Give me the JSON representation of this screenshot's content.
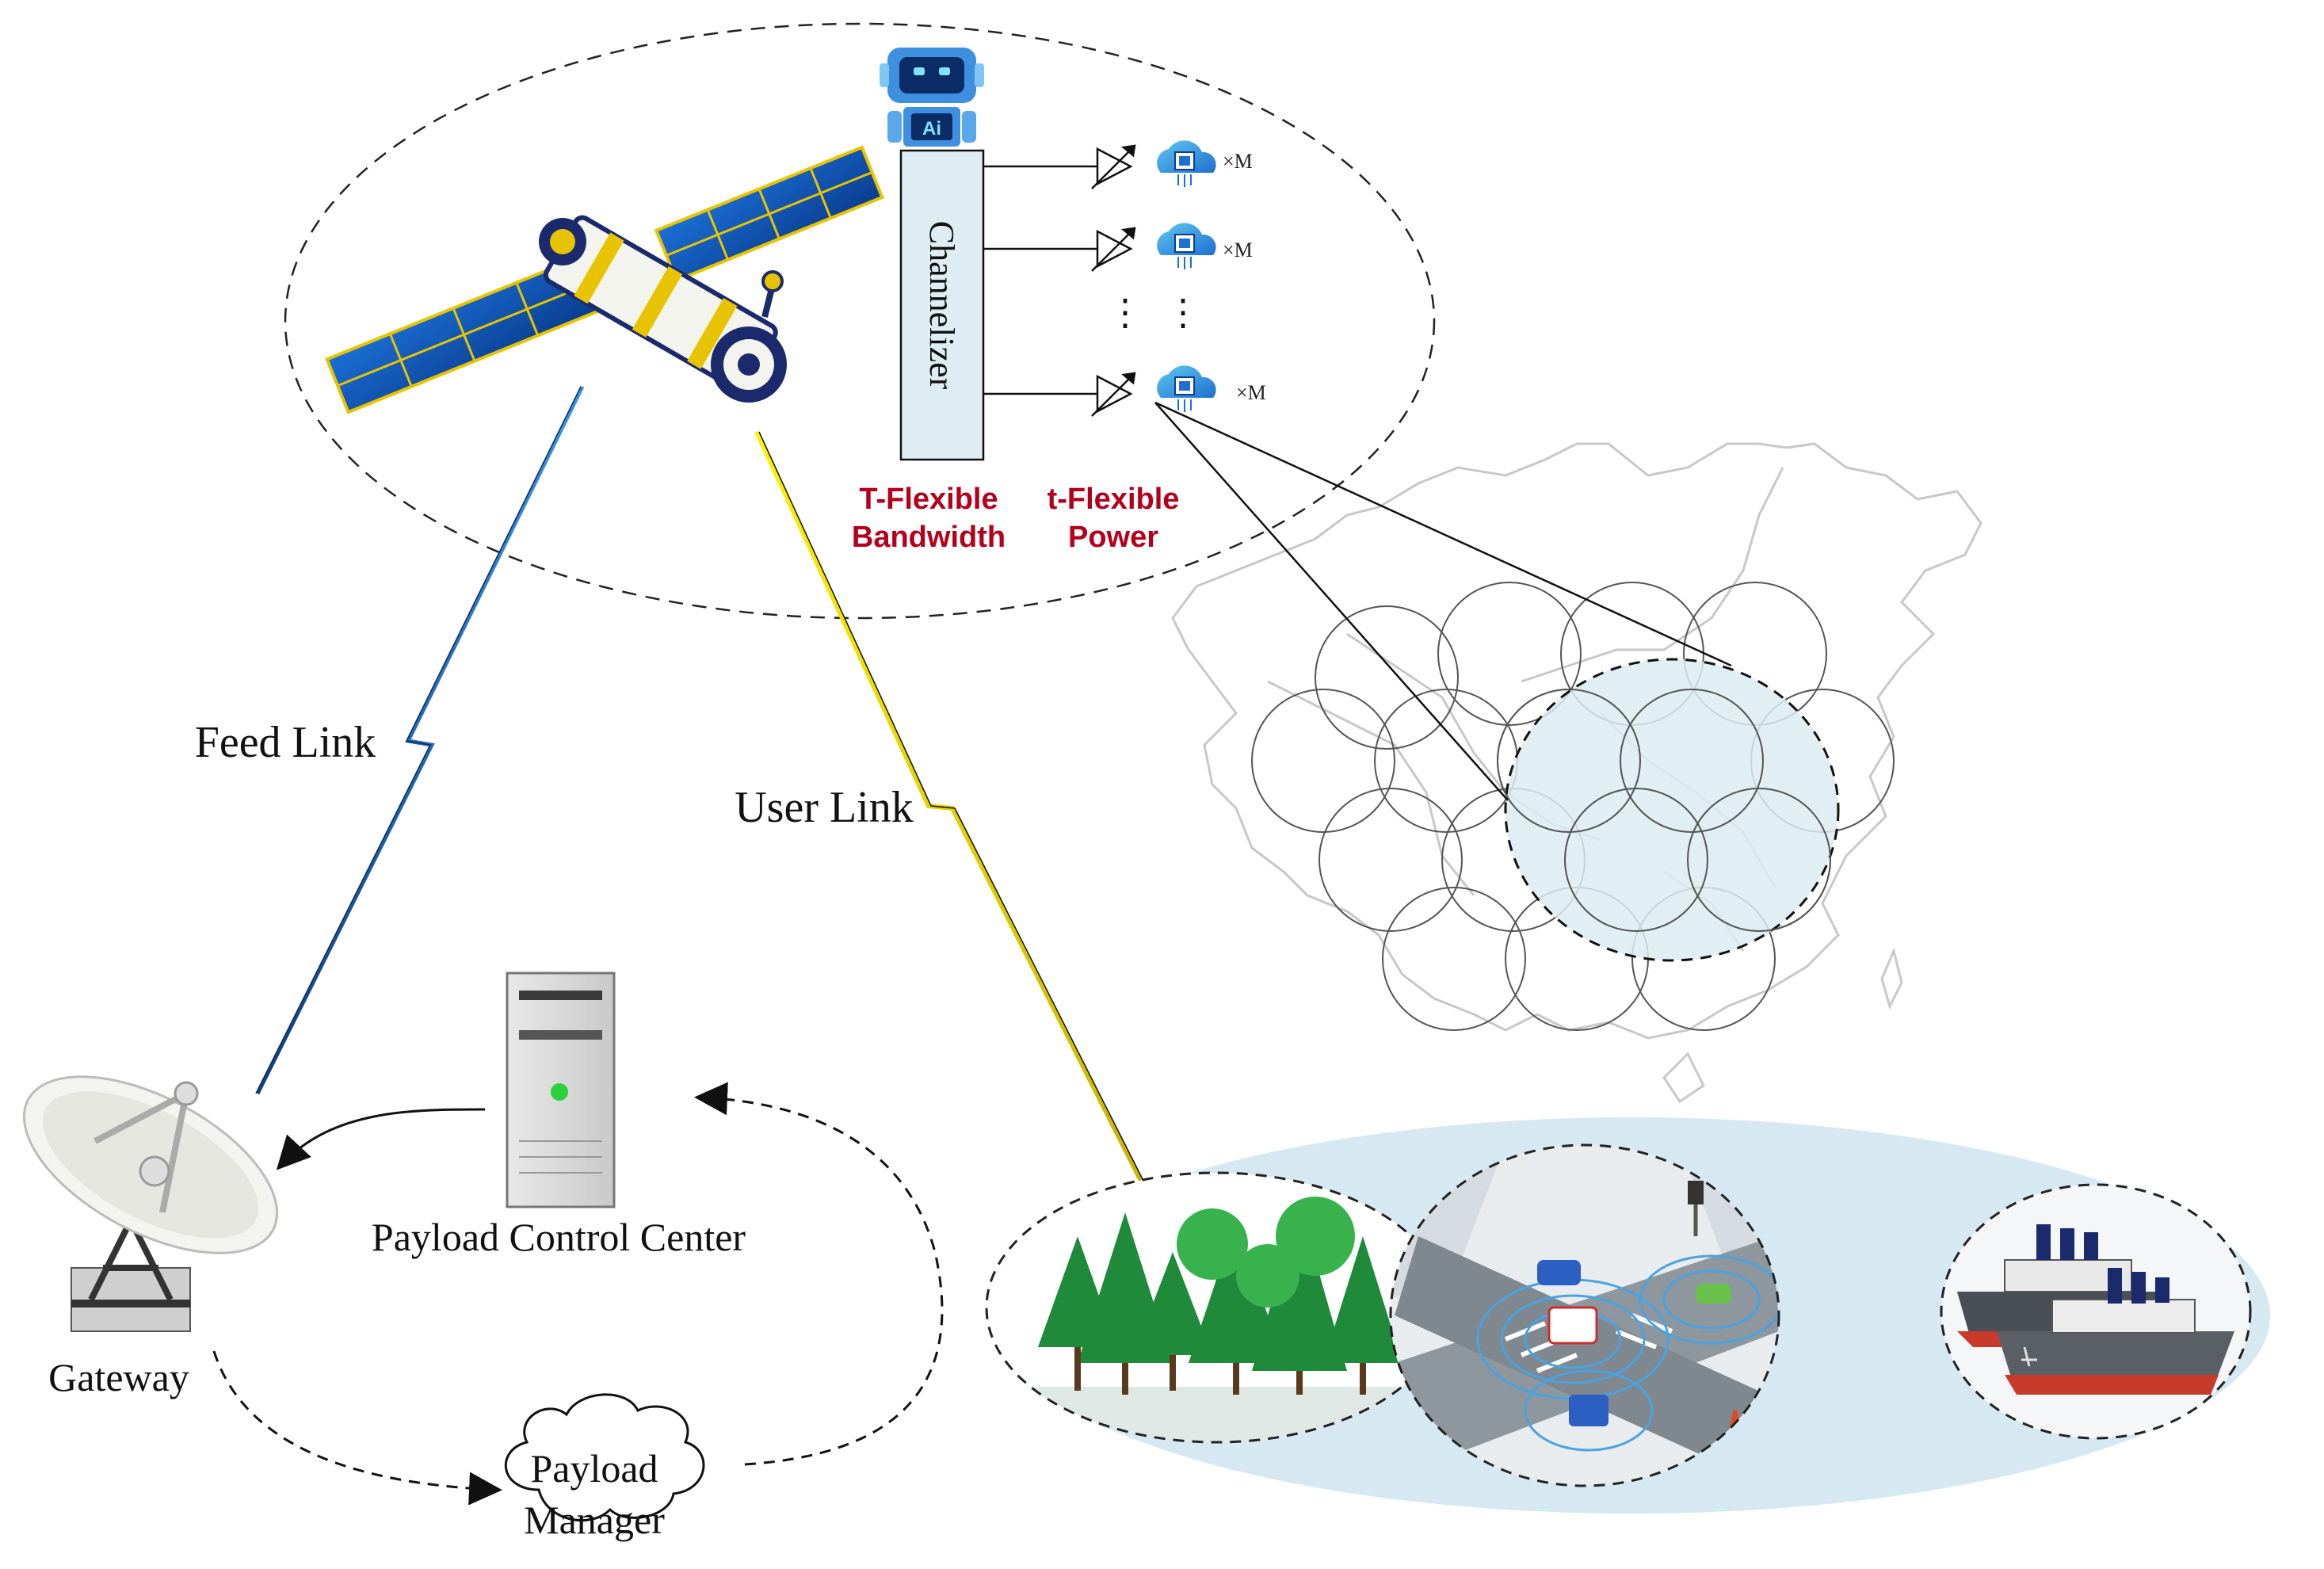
{
  "labels": {
    "channelizer": "Channelizer",
    "bandwidth_line1": "T-Flexible",
    "bandwidth_line2": "Bandwidth",
    "power_line1": "t-Flexible",
    "power_line2": "Power",
    "feed_link": "Feed Link",
    "user_link": "User Link",
    "payload_control_center": "Payload Control Center",
    "gateway": "Gateway",
    "payload_manager_line1": "Payload",
    "payload_manager_line2": "Manager",
    "multiplier": "×M",
    "ai_badge": "Ai",
    "dots": "⋮"
  },
  "icons": {
    "satellite": "satellite-icon",
    "robot": "ai-robot-icon",
    "cloud_chip": "cloud-chip-icon",
    "amplifier": "amplifier-icon",
    "server": "server-icon",
    "dish": "satellite-dish-icon",
    "map": "china-map-outline",
    "trees": "forest-icon",
    "city": "smart-city-icon",
    "ships": "ships-icon"
  },
  "colors": {
    "accent_red": "#b3001b",
    "feed_link": "#1e78d2",
    "user_link": "#f2e200",
    "coverage_fill": "#dcebf2",
    "channelizer_fill": "#deedf3",
    "ground_ellipse": "#d6e9f2"
  }
}
